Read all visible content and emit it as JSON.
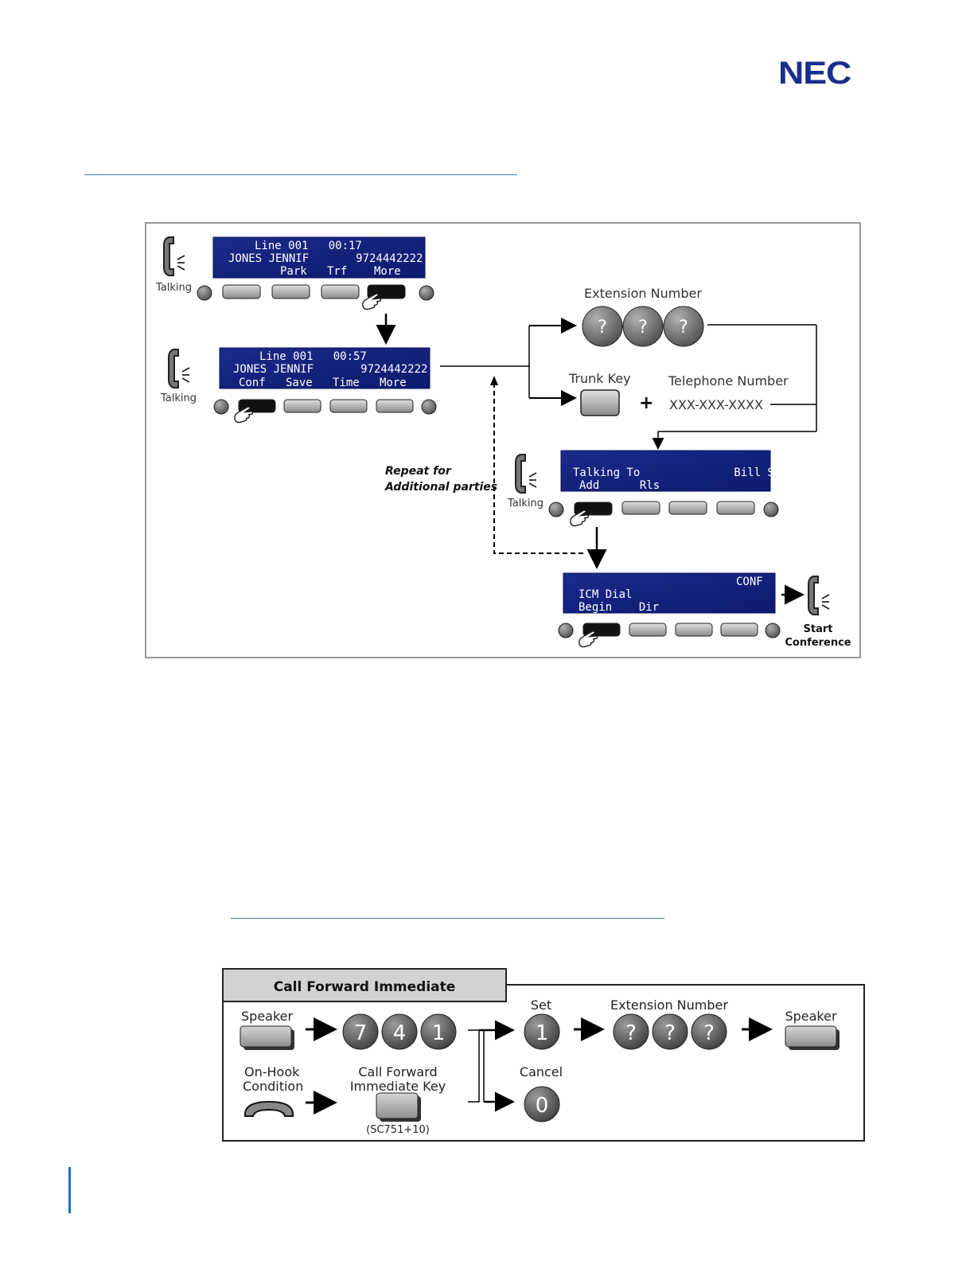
{
  "header": {
    "logo_text": "NEC"
  },
  "conference_diagram": {
    "screen1": {
      "line1": "Line 001   00:17",
      "line2": "JONES JENNIF       9724442222",
      "line3": "Park   Trf    More"
    },
    "screen2": {
      "line1": "Line 001   00:57",
      "line2": "JONES JENNIF       9724442222",
      "line3": "Conf   Save   Time   More"
    },
    "screen3": {
      "line1": "Talking To              Bill Smith",
      "line2": "Add      Rls"
    },
    "screen4": {
      "line1": "CONF",
      "line2": "ICM Dial",
      "line3": "Begin    Dir"
    },
    "talking_label": "Talking",
    "extension_number_label": "Extension Number",
    "digit_unknown": "?",
    "trunk_key_label": "Trunk Key",
    "plus_sign": "+",
    "telephone_number_label": "Telephone Number",
    "telephone_number_value": "XXX-XXX-XXXX",
    "repeat_line1": "Repeat for",
    "repeat_line2": "Additional parties",
    "start_line1": "Start",
    "start_line2": "Conference"
  },
  "cfi_diagram": {
    "title": "Call Forward Immediate",
    "speaker_label": "Speaker",
    "code_digits": [
      "7",
      "4",
      "1"
    ],
    "on_hook_line1": "On-Hook",
    "on_hook_line2": "Condition",
    "cfi_key_line1": "Call Forward",
    "cfi_key_line2": "Immediate Key",
    "cfi_key_code": "(SC751+10)",
    "set_label": "Set",
    "set_digit": "1",
    "cancel_label": "Cancel",
    "cancel_digit": "0",
    "extension_number_label": "Extension Number",
    "digit_unknown": "?",
    "speaker_end_label": "Speaker"
  }
}
